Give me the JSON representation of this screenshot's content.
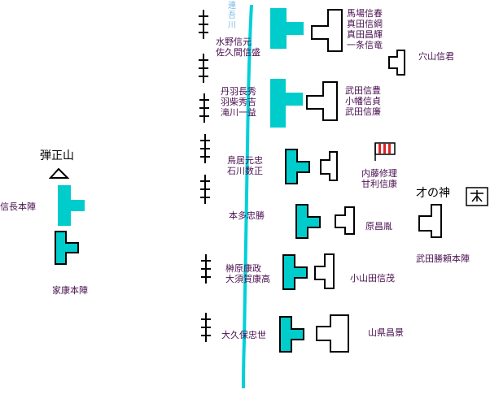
{
  "colors": {
    "river": "#00d0d8",
    "oda_tokugawa_unit": "#00cccc",
    "outline": "#000000",
    "label_text": "#4a1050",
    "banner_red": "#dd2222"
  },
  "river": {
    "name_line1": "連",
    "name_line2": "吾",
    "name_line3": "川"
  },
  "hills": {
    "danjo": "弾正山",
    "sainokami": "才の神"
  },
  "commanders": {
    "nobunaga_hq": "信長本陣",
    "ieyasu_hq": "家康本陣",
    "mizuno": "水野信元",
    "sakuma": "佐久間信盛",
    "niwa": "丹羽長秀",
    "hashiba": "羽柴秀吉",
    "takigawa": "滝川一益",
    "torii": "鳥居元忠",
    "ishikawa": "石川数正",
    "honda": "本多忠勝",
    "sakakibara": "榊原康政",
    "osuga": "大須賀康高",
    "okubo": "大久保忠世"
  },
  "takeda_side": {
    "baba": "馬場信春",
    "sanada_nobutsuna": "真田信綱",
    "sanada_masateru": "真田昌輝",
    "ichijo": "一条信竜",
    "anayama": "穴山信君",
    "takeda_nobutoyo": "武田信豊",
    "obata": "小幡信貞",
    "takeda_nobukado": "武田信廉",
    "naito": "内藤修理",
    "amari": "甘利信康",
    "hara": "原昌胤",
    "katsuyori_hq": "武田勝頼本陣",
    "oyamada": "小山田信茂",
    "yamagata": "山県昌景"
  }
}
